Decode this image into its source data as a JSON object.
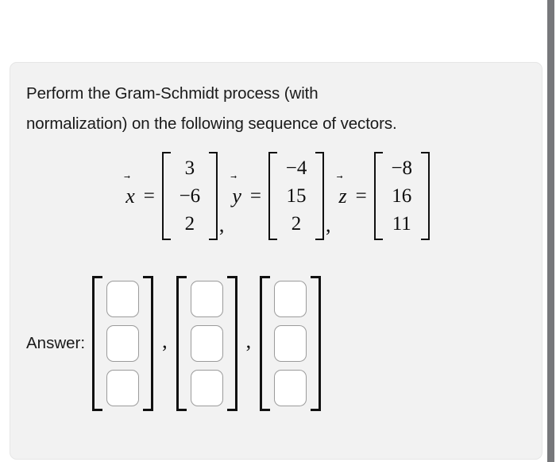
{
  "prompt": {
    "line1": "Perform the Gram-Schmidt process (with",
    "line2": "normalization) on the following sequence of vectors."
  },
  "vectors": [
    {
      "symbol": "x",
      "arrow": "⃗",
      "equals": "=",
      "entries": [
        "3",
        "−6",
        "2"
      ],
      "separator": ","
    },
    {
      "symbol": "y",
      "arrow": "⃗",
      "equals": "=",
      "entries": [
        "−4",
        "15",
        "2"
      ],
      "separator": ","
    },
    {
      "symbol": "z",
      "arrow": "⃗",
      "equals": "=",
      "entries": [
        "−8",
        "16",
        "11"
      ],
      "separator": ""
    }
  ],
  "answer": {
    "label": "Answer:",
    "separator": ",",
    "groups": [
      {
        "inputs": [
          {
            "value": "",
            "placeholder": ""
          },
          {
            "value": "",
            "placeholder": ""
          },
          {
            "value": "",
            "placeholder": ""
          }
        ]
      },
      {
        "inputs": [
          {
            "value": "",
            "placeholder": ""
          },
          {
            "value": "",
            "placeholder": ""
          },
          {
            "value": "",
            "placeholder": ""
          }
        ]
      },
      {
        "inputs": [
          {
            "value": "",
            "placeholder": ""
          },
          {
            "value": "",
            "placeholder": ""
          },
          {
            "value": "",
            "placeholder": ""
          }
        ]
      }
    ]
  },
  "colors": {
    "page_background": "#ffffff",
    "card_background": "#f2f2f2",
    "card_border": "#e6e6e6",
    "text": "#1a1a1a",
    "math": "#0d0d0d",
    "input_border": "#9b9b9b",
    "input_background": "#ffffff",
    "scrollbar_thumb": "#77787b"
  }
}
